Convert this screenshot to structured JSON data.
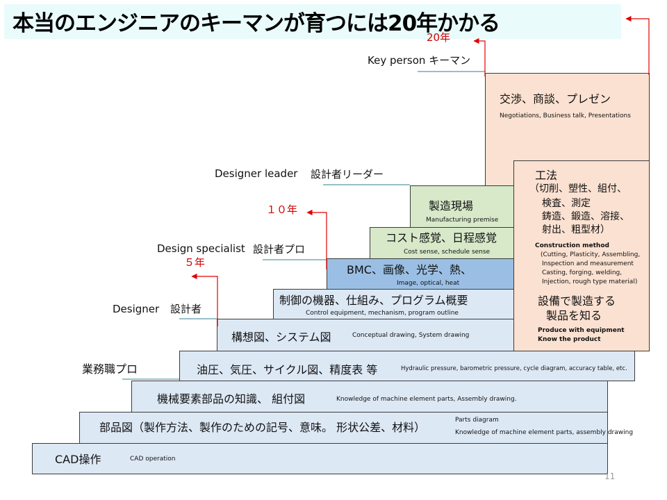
{
  "title": "本当のエンジニアのキーマンが育つには20年かかる",
  "page_number": "11",
  "milestones": {
    "y5": "５年",
    "y10": "１０年",
    "y20": "20年"
  },
  "roles": {
    "key_person": "Key person キーマン",
    "designer_leader_en": "Designer leader",
    "designer_leader_jp": "設計者リーダー",
    "design_specialist_en": "Design specialist",
    "design_specialist_jp": "設計者プロ",
    "designer_en": "Designer",
    "designer_jp": "設計者",
    "office_pro": "業務職プロ"
  },
  "steps": {
    "cad": {
      "jp": "CAD操作",
      "en": "CAD operation"
    },
    "parts": {
      "jp": "部品図（製作方法、製作のための記号、意味。 形状公差、材料）",
      "en1": "Parts diagram",
      "en2": "Knowledge of machine element parts, assembly drawing"
    },
    "machine": {
      "jp": "機械要素部品の知識、 組付図",
      "en": "Knowledge of machine element parts, Assembly drawing."
    },
    "hydraulic": {
      "jp": "油圧、気圧、サイクル図、精度表 等",
      "en": "Hydraulic pressure, barometric pressure, cycle diagram, accuracy table, etc."
    },
    "concept": {
      "jp": "構想図、システム図",
      "en": "Conceptual drawing, System drawing"
    },
    "control": {
      "jp": "制御の機器、仕組み、プログラム概要",
      "en": "Control equipment, mechanism, program outline"
    },
    "bmc": {
      "jp": "BMC、画像、光学、熱、",
      "en": "Image, optical, heat"
    },
    "cost": {
      "jp": "コスト感覚、日程感覚",
      "en": "Cost sense, schedule sense"
    },
    "site": {
      "jp": "製造現場",
      "en": "Manufacturing premise"
    },
    "negotiation": {
      "jp": "交渉、商談、プレゼン",
      "en": "Negotiations, Business talk, Presentations"
    }
  },
  "method": {
    "jp1": "工法",
    "jp2": "（切削、塑性、組付、",
    "jp3": "検査、測定",
    "jp4": "鋳造、鍛造、溶接、",
    "jp5": "射出、粗型材）",
    "en_title": "Construction method",
    "en1": "(Cutting, Plasticity, Assembling,",
    "en2": "Inspection and measurement",
    "en3": "Casting, forging, welding,",
    "en4": "Injection, rough type material)",
    "jp6": "設備で製造する",
    "jp7": "製品を知る",
    "en5": "Produce with equipment",
    "en6": "Know the product"
  }
}
